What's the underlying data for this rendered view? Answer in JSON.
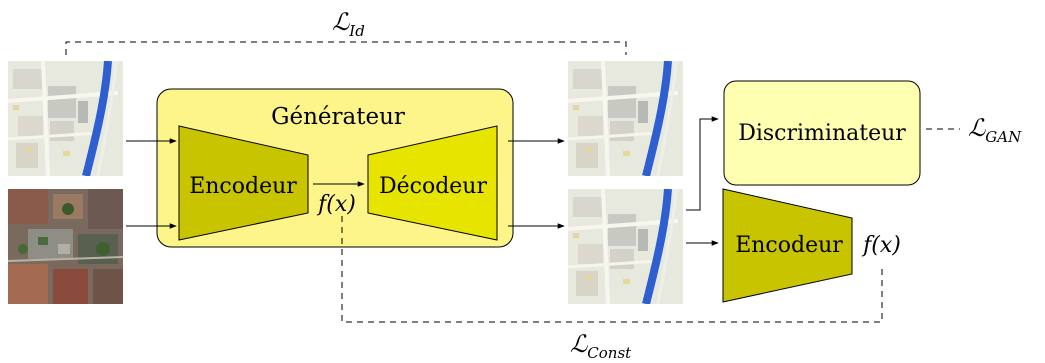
{
  "colors": {
    "generator_fill": "#fdf58a",
    "encoder_fill": "#c8c400",
    "decoder_fill": "#e7e400",
    "discriminator_fill": "#ffffb2",
    "stroke": "#000000"
  },
  "labels": {
    "generator": "Générateur",
    "encoder": "Encodeur",
    "decoder": "Décodeur",
    "discriminator": "Discriminateur",
    "encoder2": "Encodeur",
    "fx_latent": "f(x)",
    "fx_output": "f(x)"
  },
  "losses": {
    "id": {
      "script": "ℒ",
      "sub": "Id"
    },
    "gan": {
      "script": "ℒ",
      "sub": "GAN"
    },
    "const": {
      "script": "ℒ",
      "sub": "Const"
    }
  },
  "icons": {
    "map_input": "map-tile-icon",
    "aerial_input": "aerial-photo-icon",
    "map_output_top": "map-tile-icon",
    "map_output_bottom": "map-tile-icon"
  }
}
